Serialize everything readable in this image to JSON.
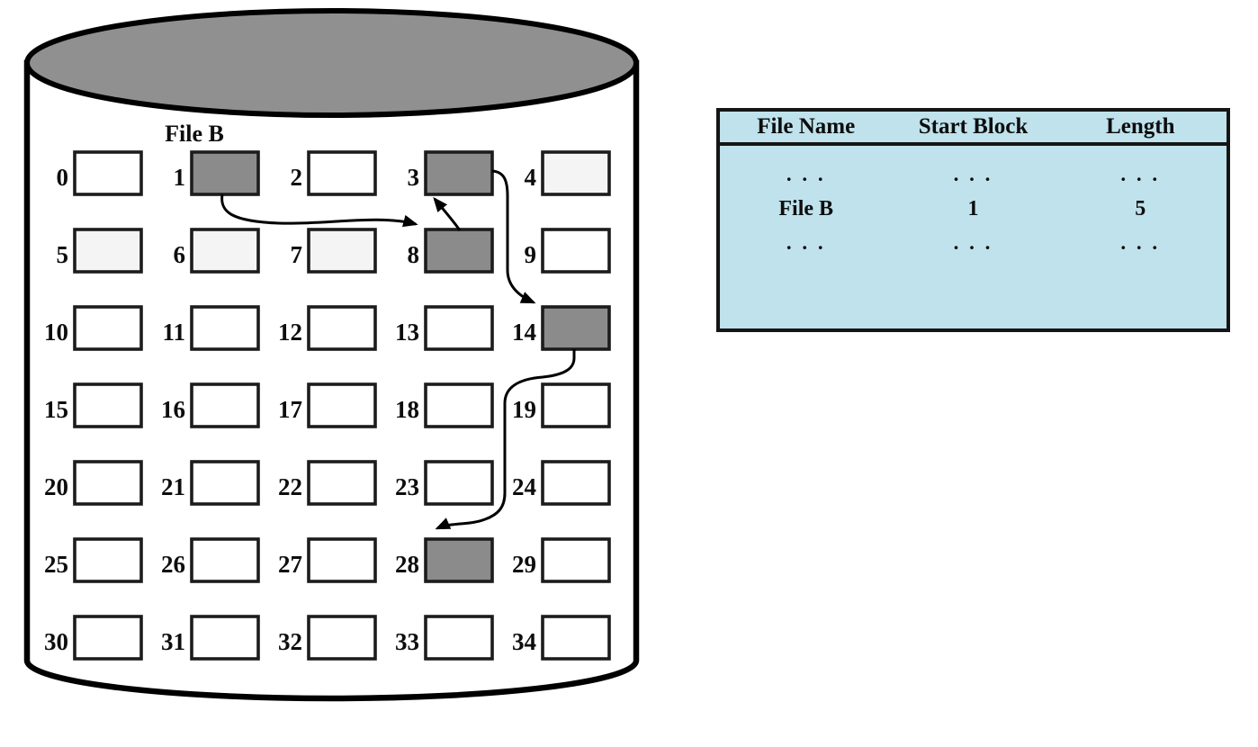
{
  "figure": {
    "colors": {
      "background": "#ffffff",
      "ink": "#000000",
      "cylinder_top_gray": "#909090",
      "block_shaded_gray": "#8b8b8b",
      "block_tinted": "#f4f4f4",
      "block_default": "#ffffff",
      "table_bg": "#bfe2ec"
    },
    "disk": {
      "file_label": "File B",
      "block_count": 35,
      "blocks_per_row": 5,
      "block_numbers_first": "0",
      "block_numbers_last": "34",
      "shaded_blocks": [
        1,
        8,
        3,
        14,
        28
      ],
      "tinted_blocks": [
        4,
        5,
        6,
        7
      ],
      "chain": [
        1,
        8,
        3,
        14,
        28
      ]
    },
    "table": {
      "headers": [
        "File Name",
        "Start Block",
        "Length"
      ],
      "rows": [
        [
          ". . .",
          ". . .",
          ". . ."
        ],
        [
          "File B",
          "1",
          "5"
        ],
        [
          ". . .",
          ". . .",
          ". . ."
        ]
      ]
    }
  }
}
